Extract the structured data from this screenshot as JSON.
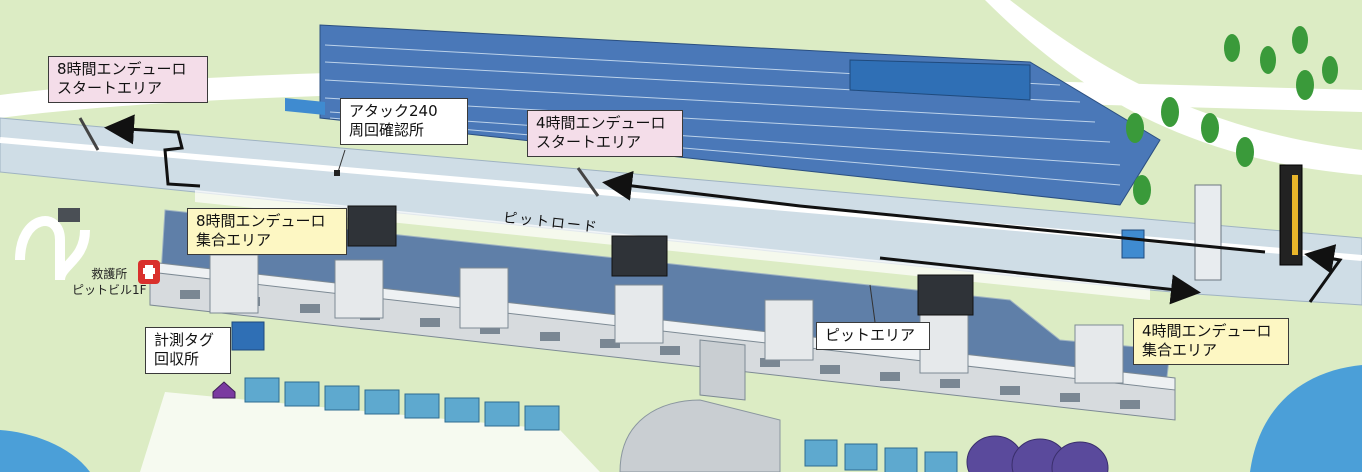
{
  "colors": {
    "grass": "#dcecc4",
    "track": "#cfdde6",
    "pit_floor": "#5f7fa8",
    "grandstand": "#4a78b8",
    "label_pink": "#f4dde9",
    "label_yellow": "#fdf7c3",
    "aid_red": "#d9302c",
    "tree": "#3a9a3a",
    "water": "#4b9fd8",
    "route_arrow": "#111111"
  },
  "labels": {
    "start_8h": [
      "8時間エンデューロ",
      "スタートエリア"
    ],
    "attack240": [
      "アタック240",
      "周回確認所"
    ],
    "start_4h": [
      "4時間エンデューロ",
      "スタートエリア"
    ],
    "gather_8h": [
      "8時間エンデューロ",
      "集合エリア"
    ],
    "pit_road": "ピットロード",
    "aid_station": [
      "救護所",
      "ピットビル1F"
    ],
    "tag_return": [
      "計測タグ",
      "回収所"
    ],
    "pit_area": "ピットエリア",
    "gather_4h": [
      "4時間エンデューロ",
      "集合エリア"
    ]
  },
  "icons": {
    "aid": "hand-aid-icon"
  }
}
